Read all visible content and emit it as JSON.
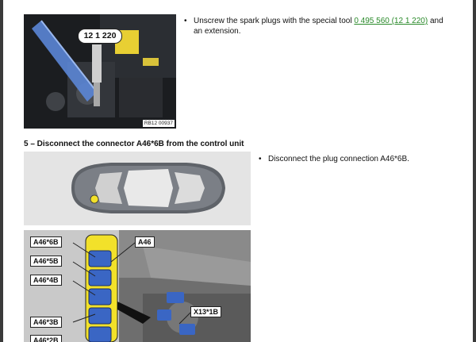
{
  "step1": {
    "callout": "12 1 220",
    "photo_ref": "RB12 00937",
    "bullet": {
      "text_before": "Unscrew the spark plugs with the special tool ",
      "tool_link": "0 495 560 (12 1 220)",
      "text_after": " and an extension."
    }
  },
  "step5": {
    "heading": "5 – Disconnect the connector A46*6B from the control unit",
    "bullet": "Disconnect the plug connection A46*6B.",
    "labels": {
      "a46_6b": "A46*6B",
      "a46_5b": "A46*5B",
      "a46_4b": "A46*4B",
      "a46_3b": "A46*3B",
      "a46_2b": "A46*2B",
      "a46": "A46",
      "x13_1b": "X13*1B"
    }
  },
  "colors": {
    "link": "#2a8a2a",
    "connector_blue": "#3a66c4",
    "highlight_yellow": "#f2e12a"
  },
  "icons": [
    "bullet-icon",
    "location-marker-icon"
  ]
}
